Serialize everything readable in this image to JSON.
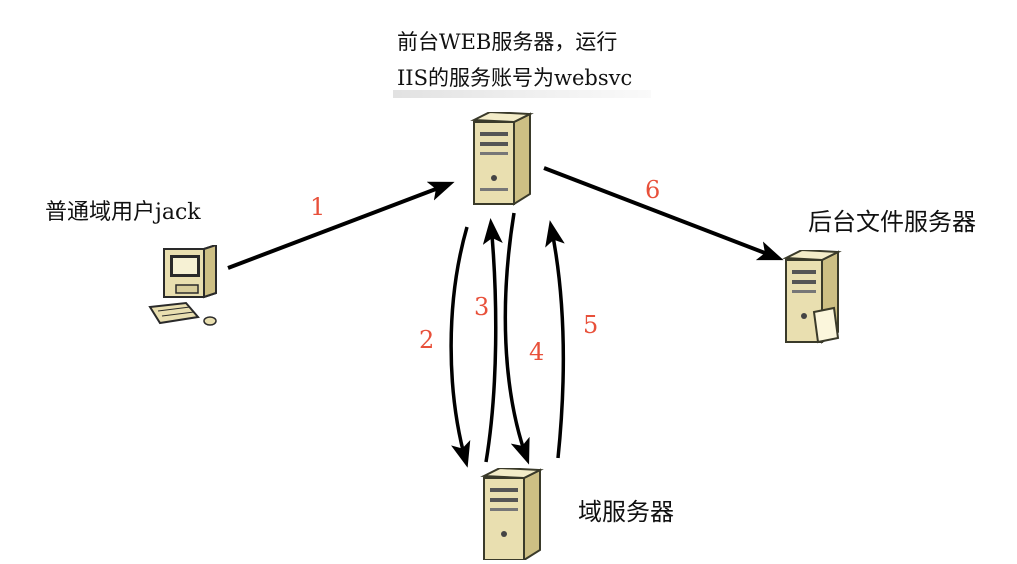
{
  "web_server": {
    "title_line1": "前台WEB服务器，运行",
    "title_line2": "IIS的服务账号为websvc"
  },
  "client": {
    "label": "普通域用户jack"
  },
  "file_server": {
    "label": "后台文件服务器"
  },
  "domain_server": {
    "label": "域服务器"
  },
  "steps": [
    "1",
    "2",
    "3",
    "4",
    "5",
    "6"
  ],
  "colors": {
    "arrow": "#000000",
    "step_number": "#e8503a",
    "server_body": "#e9dfb0",
    "server_shade": "#cdbf84"
  },
  "icons": {
    "client": "desktop-computer-icon",
    "web_server": "server-tower-icon",
    "file_server": "file-server-icon",
    "domain_server": "server-tower-icon"
  }
}
